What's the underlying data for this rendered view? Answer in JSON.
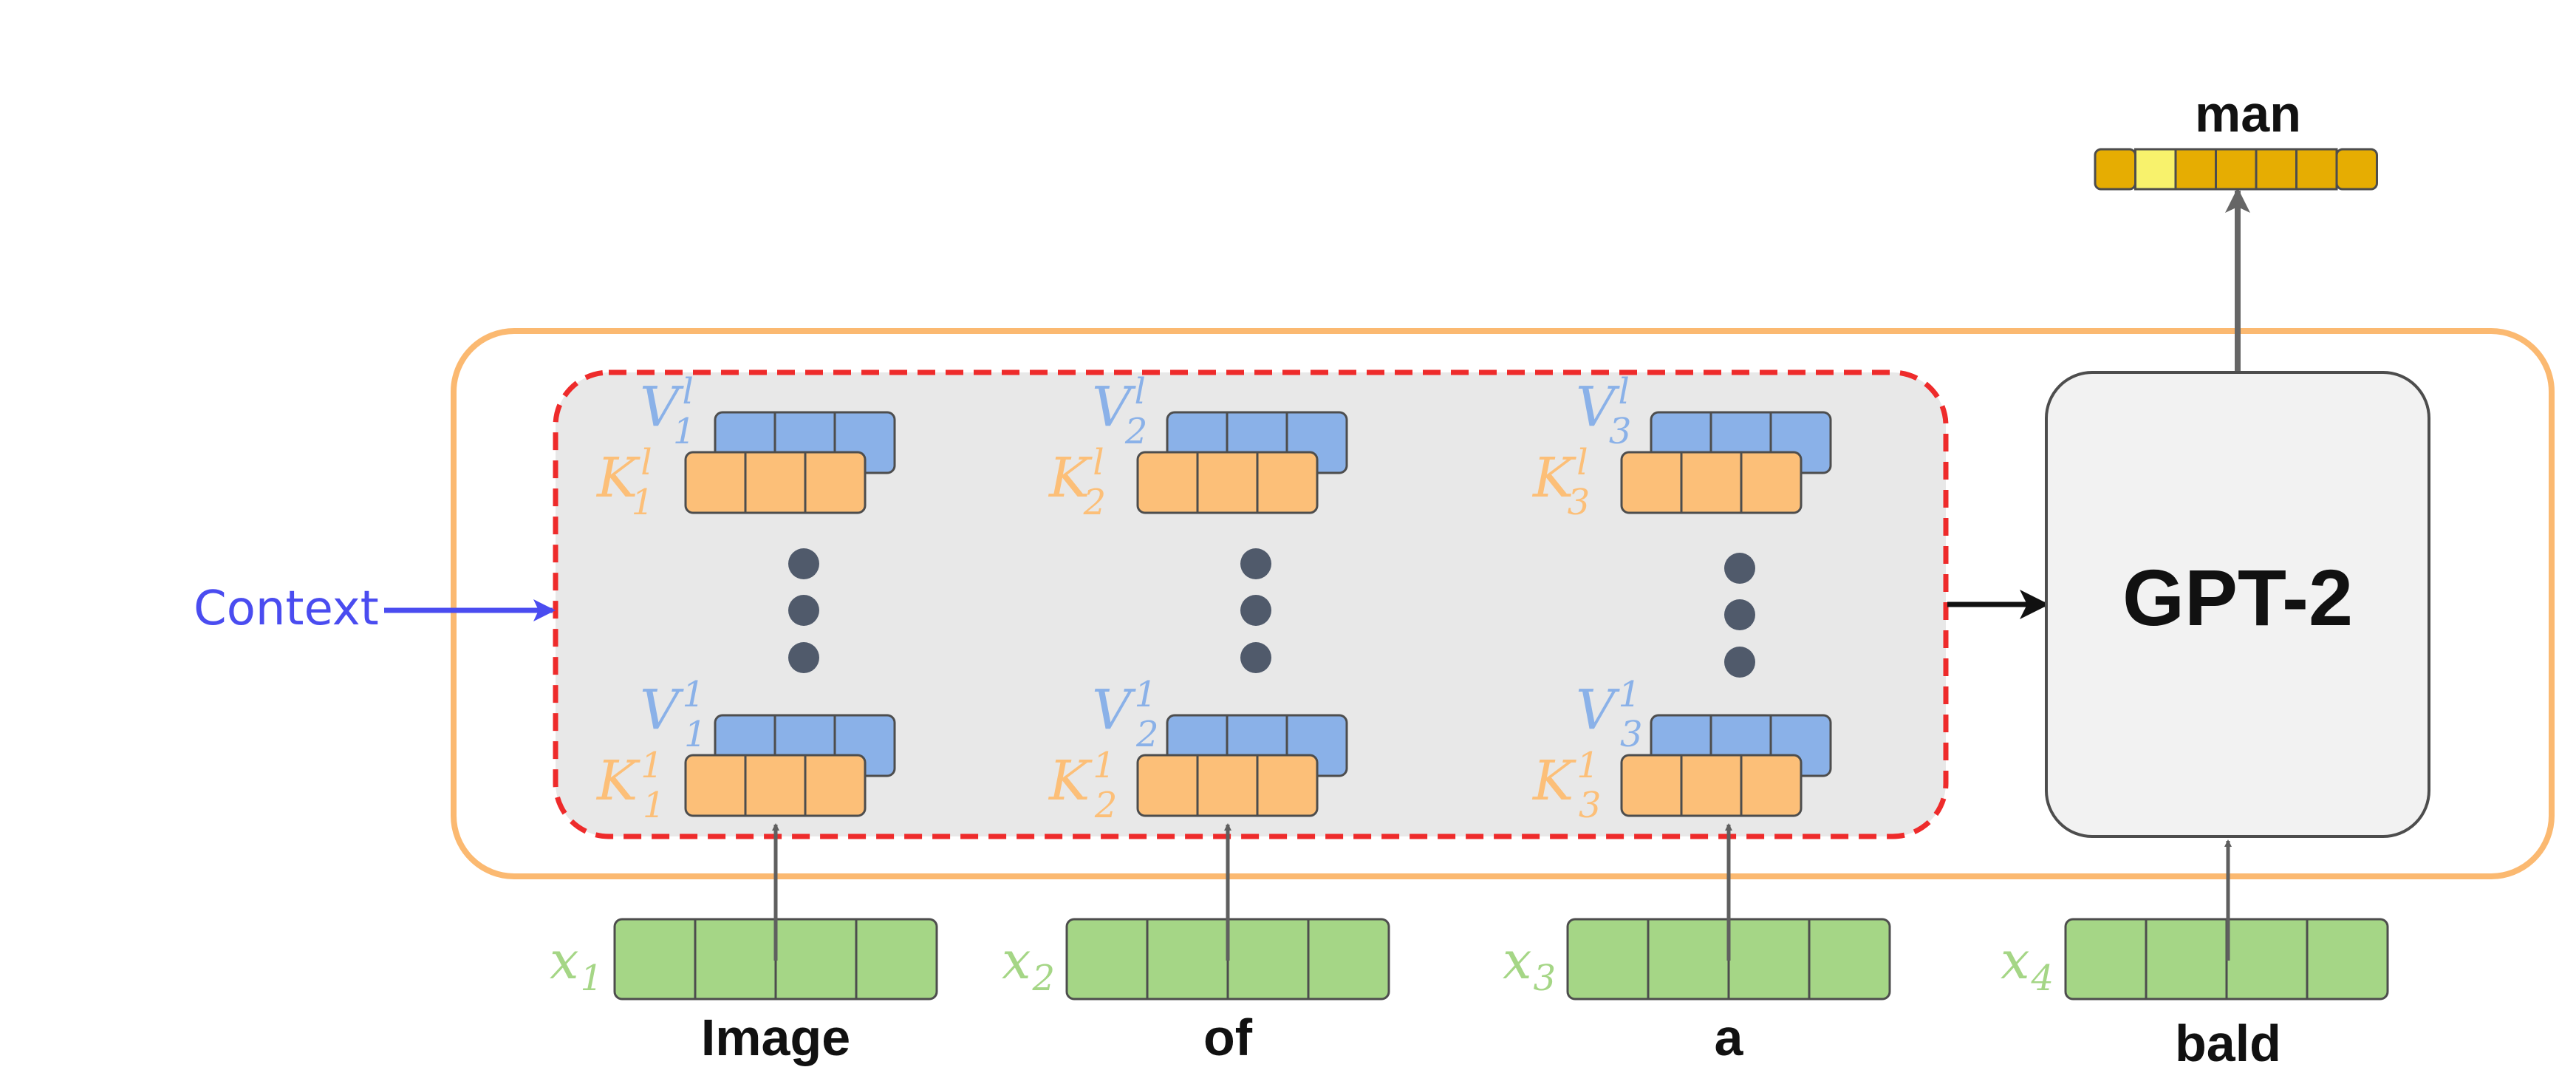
{
  "context_label": "Context",
  "model_label": "GPT-2",
  "output_word": "man",
  "colors": {
    "outer_border": "#fbb971",
    "cache_border": "#ee2b2b",
    "cache_fill": "#e8e8e8",
    "value_blue": "#8ab1e8",
    "key_orange": "#fcbf78",
    "input_green": "#a5d686",
    "output_gold": "#e6ad02",
    "output_highlight": "#f8f26c",
    "context_arrow": "#4a4cf0",
    "dot": "#505a6b",
    "model_fill": "#f2f2f2"
  },
  "columns": [
    {
      "word": "Image",
      "x_var": "x",
      "x_sub": "1",
      "v_top": {
        "var": "V",
        "sub": "1",
        "sup": "l"
      },
      "k_top": {
        "var": "K",
        "sub": "1",
        "sup": "l"
      },
      "v_bottom": {
        "var": "V",
        "sub": "1",
        "sup": "1"
      },
      "k_bottom": {
        "var": "K",
        "sub": "1",
        "sup": "1"
      }
    },
    {
      "word": "of",
      "x_var": "x",
      "x_sub": "2",
      "v_top": {
        "var": "V",
        "sub": "2",
        "sup": "l"
      },
      "k_top": {
        "var": "K",
        "sub": "2",
        "sup": "l"
      },
      "v_bottom": {
        "var": "V",
        "sub": "2",
        "sup": "1"
      },
      "k_bottom": {
        "var": "K",
        "sub": "2",
        "sup": "1"
      }
    },
    {
      "word": "a",
      "x_var": "x",
      "x_sub": "3",
      "v_top": {
        "var": "V",
        "sub": "3",
        "sup": "l"
      },
      "k_top": {
        "var": "K",
        "sub": "3",
        "sup": "l"
      },
      "v_bottom": {
        "var": "V",
        "sub": "3",
        "sup": "1"
      },
      "k_bottom": {
        "var": "K",
        "sub": "3",
        "sup": "1"
      }
    }
  ],
  "current_input": {
    "word": "bald",
    "x_var": "x",
    "x_sub": "4"
  }
}
